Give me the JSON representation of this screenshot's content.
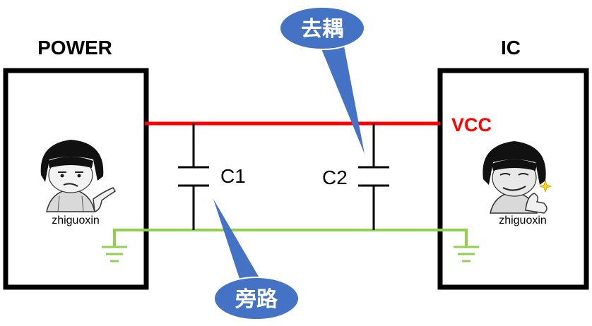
{
  "labels": {
    "power": "POWER",
    "ic": "IC",
    "vcc": "VCC",
    "c1": "C1",
    "c2": "C2",
    "decoupling": "去耦",
    "bypass": "旁路",
    "watermark_left": "zhiguoxin",
    "watermark_right": "zhiguoxin"
  },
  "colors": {
    "vcc_line": "#ff0000",
    "gnd_line": "#92d050",
    "callout": "#4472c4",
    "box_stroke": "#000000"
  },
  "icons": {
    "left_avatar": "meme-face-pointing-icon",
    "right_avatar": "meme-face-smirk-icon",
    "ground": "ground-symbol-icon"
  }
}
